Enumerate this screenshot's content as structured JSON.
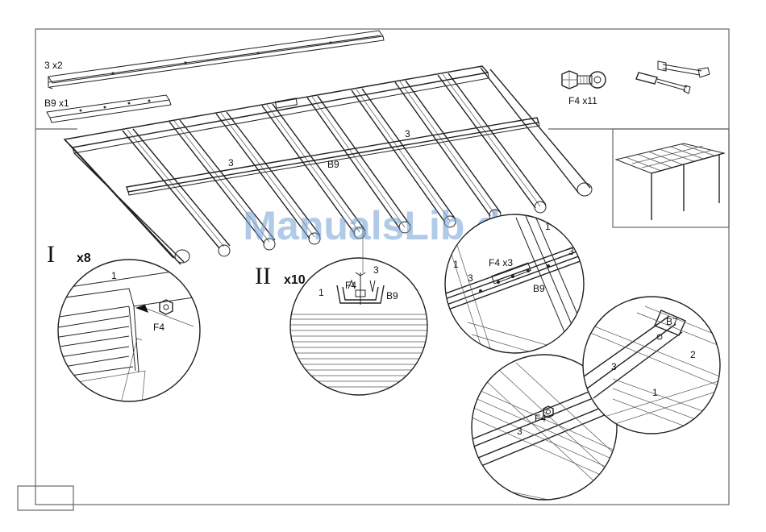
{
  "parts_list": {
    "rail_label": "3  x2",
    "bracket_label": "B9 x1",
    "bolt_label": "F4  x11"
  },
  "main_drawing": {
    "beam_label_left": "3",
    "beam_label_right": "3",
    "connector_label": "B9"
  },
  "watermark": "ManualsLib.de",
  "step_1": {
    "numeral": "I",
    "count": "x8",
    "rafter_label": "1",
    "bolt_label": "F4"
  },
  "step_2": {
    "numeral": "II",
    "count": "x10",
    "rafter_label": "1",
    "beam_label": "3",
    "bolt_label": "F4",
    "bracket_label": "B9"
  },
  "detail_b9": {
    "rafter_label_top": "1",
    "rafter_label_left": "1",
    "beam_label_left": "3",
    "beam_label_right": "3",
    "bolts_label": "F4 x3",
    "bracket_label": "B9"
  },
  "detail_b7": {
    "cap_label": "B7",
    "beam_label": "3",
    "side_label": "2",
    "rafter_label": "1"
  },
  "detail_f4": {
    "bolt_label": "F4",
    "beam_label": "3"
  },
  "page_number": ""
}
